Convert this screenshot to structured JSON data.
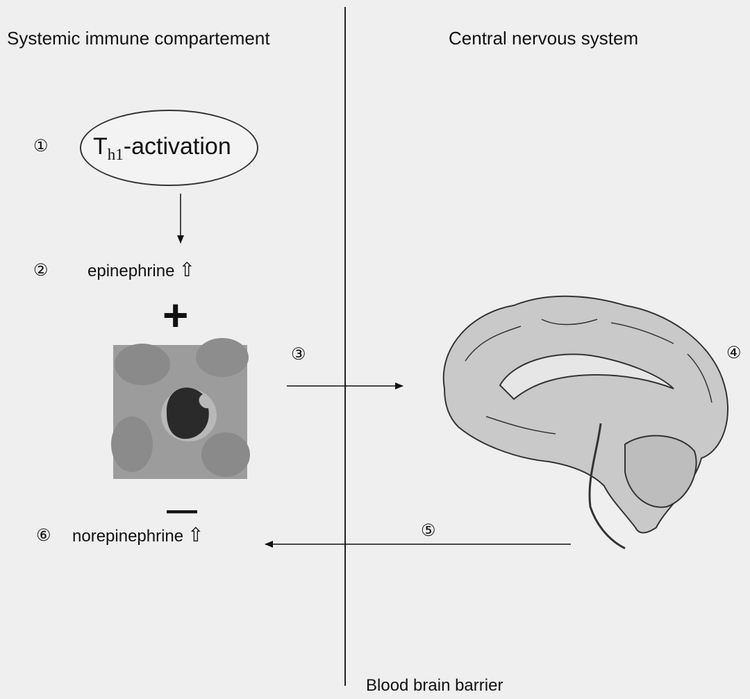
{
  "headings": {
    "left": "Systemic immune compartement",
    "right": "Central nervous system",
    "barrier": "Blood brain barrier"
  },
  "steps": {
    "s1": {
      "number": "①",
      "label_main": "T",
      "label_sub": "h1",
      "label_rest": "-activation"
    },
    "s2": {
      "number": "②",
      "label": "epinephrine",
      "arrow": "⇧"
    },
    "s3": {
      "number": "③"
    },
    "s4": {
      "number": "④"
    },
    "s5": {
      "number": "⑤"
    },
    "s6": {
      "number": "⑥",
      "label": "norepinephrine",
      "arrow": "⇧"
    }
  },
  "signs": {
    "plus": "+",
    "minus": "—"
  },
  "images": {
    "cell": "lymphocyte-micrograph",
    "brain": "brain-sagittal-section"
  }
}
